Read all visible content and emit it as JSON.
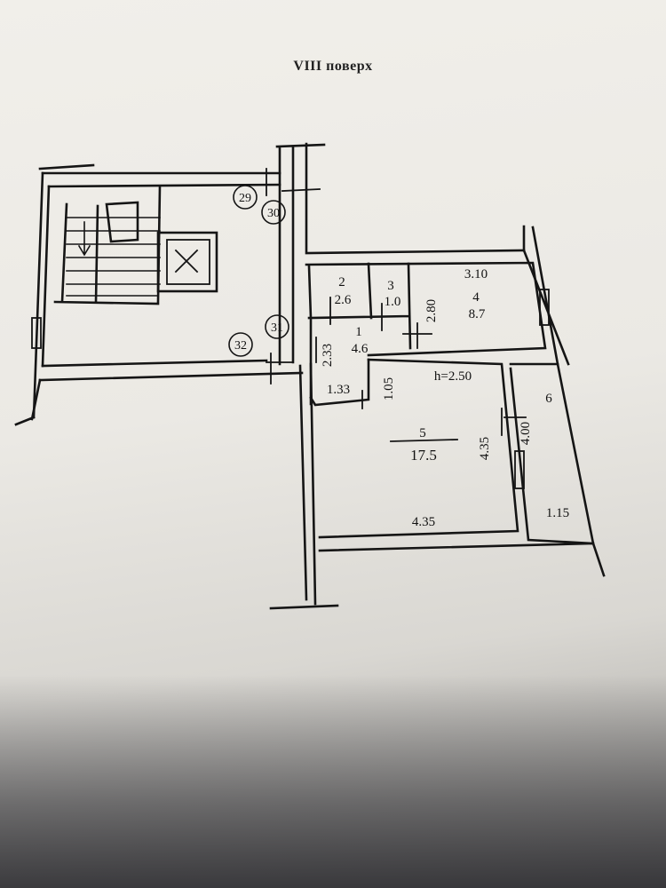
{
  "title": "VIII поверх",
  "stair_markers": [
    "29",
    "30",
    "31",
    "32"
  ],
  "rooms": [
    {
      "number": "1",
      "area": "4.6"
    },
    {
      "number": "2",
      "area": "2.6"
    },
    {
      "number": "3",
      "area": "1.0"
    },
    {
      "number": "4",
      "area": "8.7"
    },
    {
      "number": "5",
      "area": "17.5"
    },
    {
      "number": "6",
      "area": ""
    }
  ],
  "dimensions": {
    "d1": "3.10",
    "d2": "2.80",
    "d3": "2.33",
    "d4": "1.33",
    "d5": "1.05",
    "d6": "h=2.50",
    "d7": "4.35",
    "d8": "4.35",
    "d9": "4.00",
    "d10": "1.15"
  }
}
